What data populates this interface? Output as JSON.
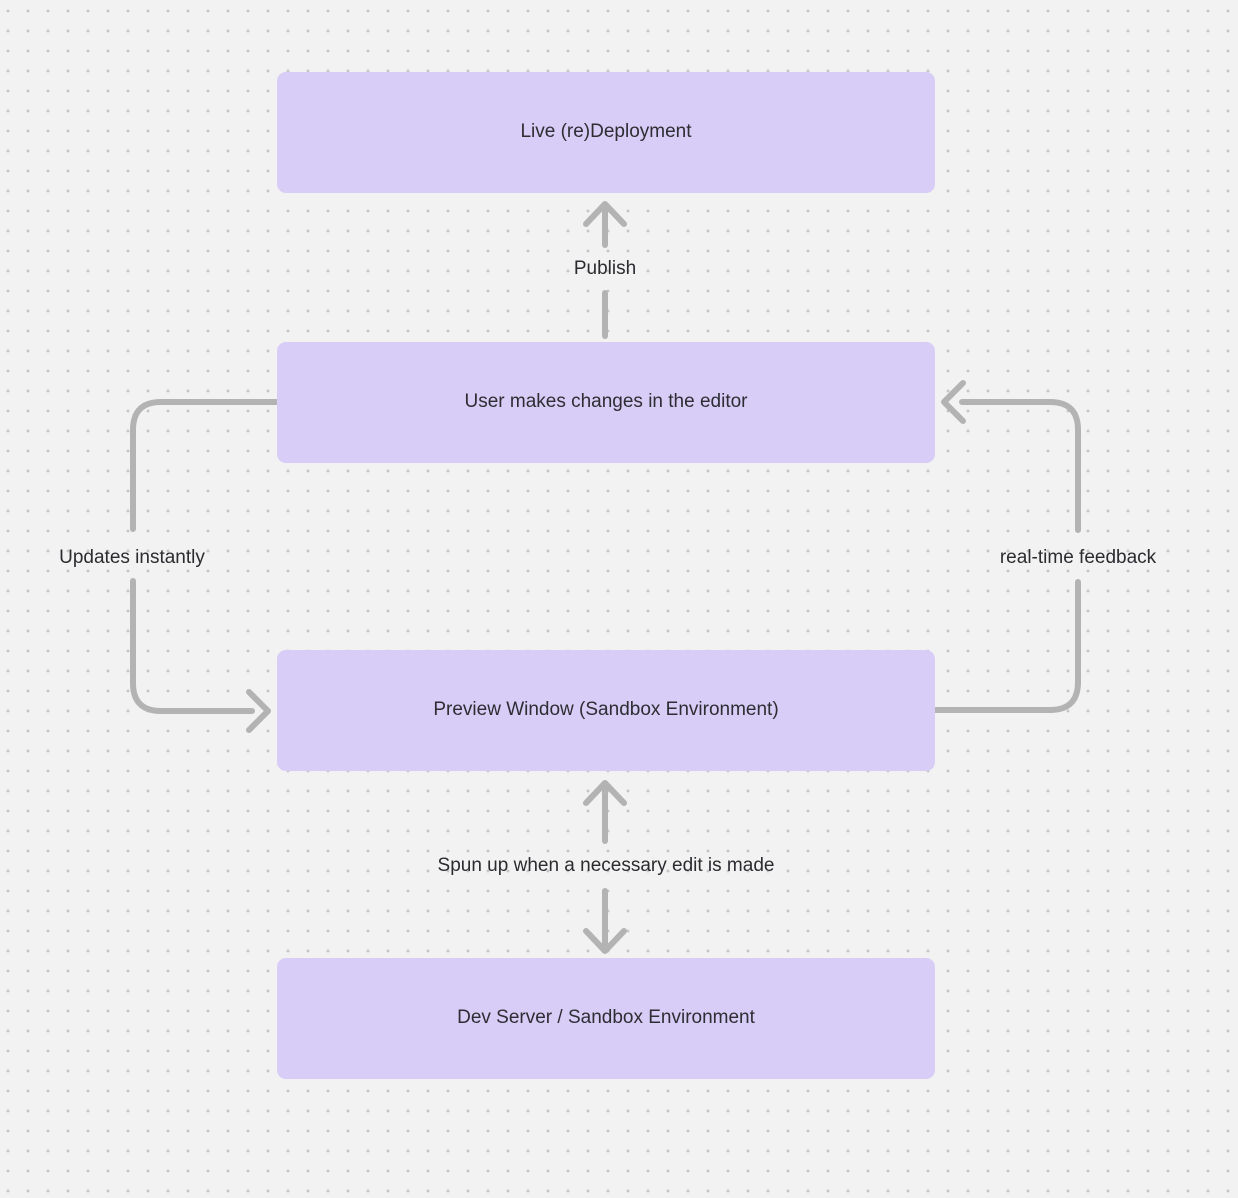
{
  "diagram": {
    "colors": {
      "background": "#f2f2f2",
      "grid_dot": "#c5c5c5",
      "node_fill": "#d8cdf6",
      "node_text": "#2d2d33",
      "edge_stroke": "#b3b3b3",
      "edge_label_text": "#2b2b30"
    },
    "nodes": [
      {
        "id": "live-redeployment",
        "label": "Live (re)Deployment"
      },
      {
        "id": "user-editor",
        "label": "User makes changes in the editor"
      },
      {
        "id": "preview-window",
        "label": "Preview Window (Sandbox Environment)"
      },
      {
        "id": "dev-server",
        "label": "Dev Server / Sandbox Environment"
      }
    ],
    "edges": [
      {
        "id": "publish",
        "label": "Publish",
        "from": "user-editor",
        "to": "live-redeployment",
        "style": "straight-up"
      },
      {
        "id": "updates-instantly",
        "label": "Updates instantly",
        "from": "user-editor",
        "to": "preview-window",
        "style": "left-loop"
      },
      {
        "id": "real-time-feedback",
        "label": "real-time feedback",
        "from": "preview-window",
        "to": "user-editor",
        "style": "right-loop"
      },
      {
        "id": "spun-up",
        "label": "Spun up when a necessary edit is made",
        "from": "preview-window",
        "to": "dev-server",
        "style": "bidirectional-vertical"
      }
    ]
  }
}
